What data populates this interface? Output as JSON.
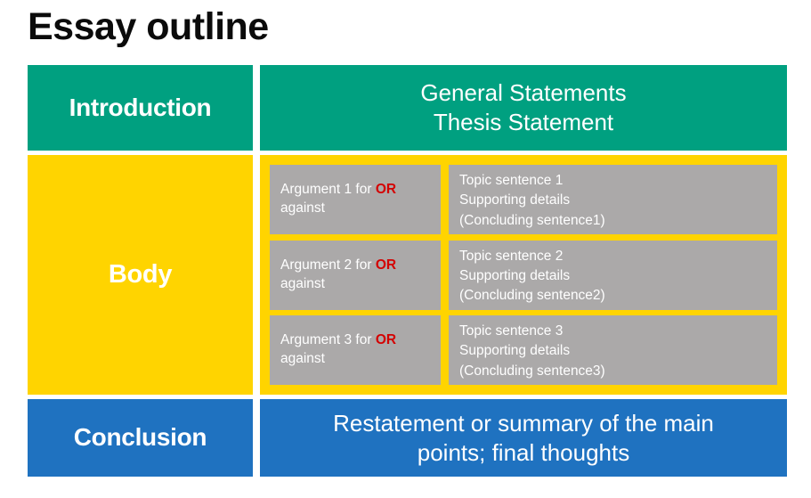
{
  "title": "Essay outline",
  "colors": {
    "introduction": "#00a080",
    "body": "#ffd400",
    "conclusion": "#1f72c0",
    "box": "#aba9a9",
    "or_highlight": "#d40000",
    "text_on_color": "#ffffff",
    "title_color": "#0b0b0b",
    "page_background": "#ffffff"
  },
  "sections": {
    "introduction": {
      "label": "Introduction",
      "content_line_1": "General Statements",
      "content_line_2": "Thesis Statement"
    },
    "body": {
      "label": "Body",
      "rows": [
        {
          "argument_prefix": "Argument 1 for ",
          "argument_or": "OR",
          "argument_suffix": " against",
          "topic_line_1": "Topic sentence 1",
          "topic_line_2": "Supporting details",
          "topic_line_3": "(Concluding sentence1)"
        },
        {
          "argument_prefix": "Argument 2 for ",
          "argument_or": "OR",
          "argument_suffix": " against",
          "topic_line_1": "Topic sentence 2",
          "topic_line_2": "Supporting details",
          "topic_line_3": "(Concluding sentence2)"
        },
        {
          "argument_prefix": "Argument 3 for ",
          "argument_or": "OR",
          "argument_suffix": " against",
          "topic_line_1": "Topic sentence 3",
          "topic_line_2": "Supporting details",
          "topic_line_3": "(Concluding sentence3)"
        }
      ]
    },
    "conclusion": {
      "label": "Conclusion",
      "content_line_1": "Restatement or summary of the main",
      "content_line_2": "points; final thoughts"
    }
  }
}
